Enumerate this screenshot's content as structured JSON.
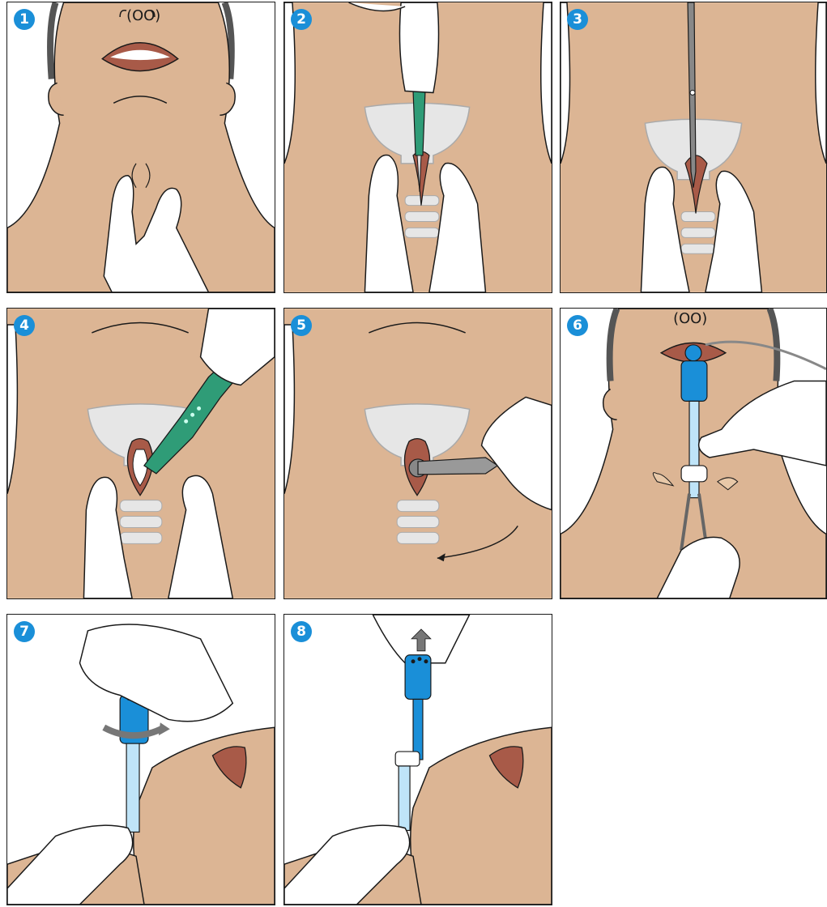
{
  "steps": [
    {
      "number": "1"
    },
    {
      "number": "2"
    },
    {
      "number": "3"
    },
    {
      "number": "4"
    },
    {
      "number": "5"
    },
    {
      "number": "6"
    },
    {
      "number": "7"
    },
    {
      "number": "8"
    }
  ],
  "colors": {
    "skin": "#dcb594",
    "skin_shadow": "#c99f7c",
    "outline": "#1a1a1a",
    "glove": "#ffffff",
    "cartilage": "#e6e6e6",
    "wound": "#a85a48",
    "scalpel_green": "#2f9c77",
    "tube_blue": "#1a8fd8",
    "hair": "#555555",
    "badge_blue": "#1a8fd8"
  }
}
